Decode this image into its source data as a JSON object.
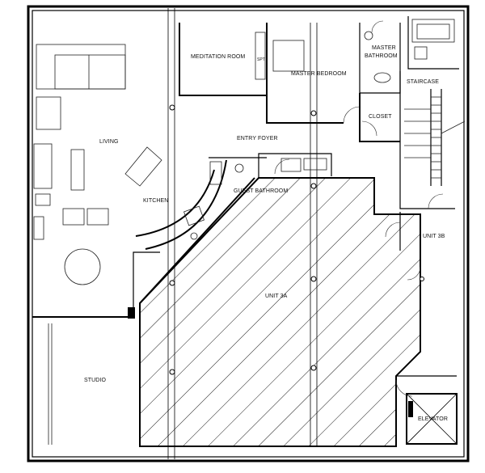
{
  "floor_plan": {
    "rooms": {
      "meditation_room": "MEDITATION ROOM",
      "master_bedroom": "MASTER BEDROOM",
      "master_bathroom": "MASTER BATHROOM",
      "staircase": "STAIRCASE",
      "closet": "CLOSET",
      "living": "LIVING",
      "entry_foyer": "ENTRY FOYER",
      "kitchen": "KITCHEN",
      "guest_bathroom": "GUEST BATHROOM",
      "unit_3a": "UNIT 3A",
      "unit_3b": "UNIT 3B",
      "studio": "STUDIO",
      "elevator": "ELEVATOR"
    },
    "small_text": {
      "meditation_tag": "SPT"
    }
  }
}
